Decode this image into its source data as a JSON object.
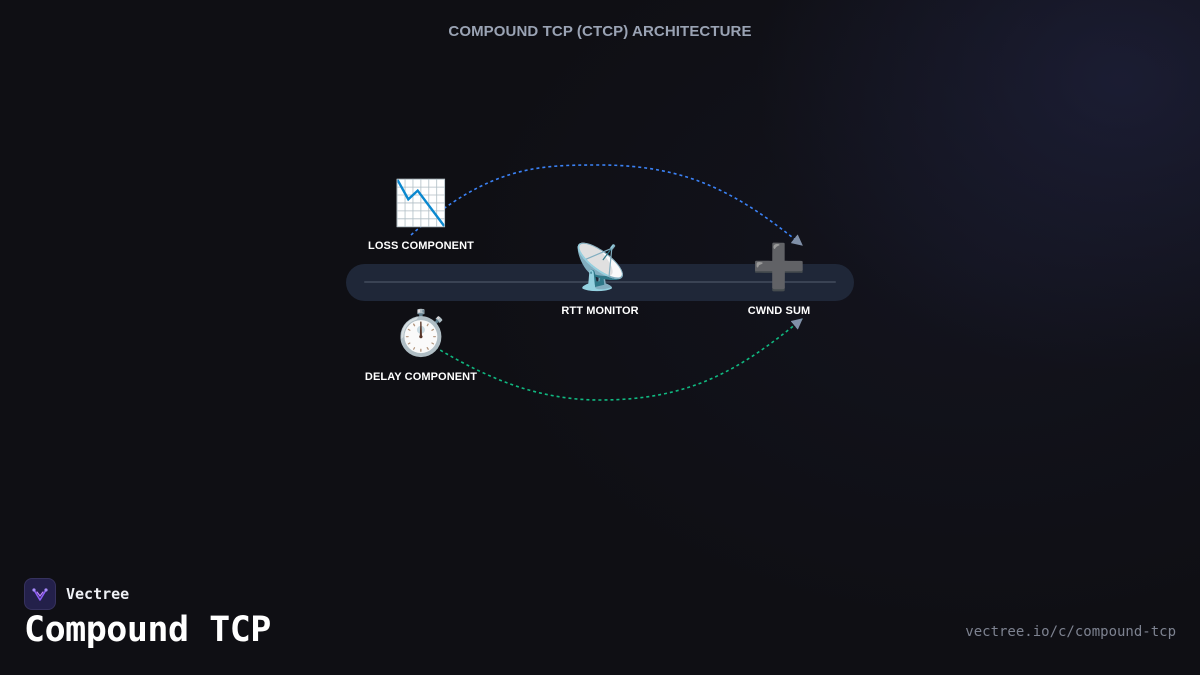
{
  "diagram": {
    "title": "COMPOUND TCP (CTCP) ARCHITECTURE",
    "nodes": [
      {
        "id": "loss",
        "label": "LOSS COMPONENT",
        "icon": "chart-decreasing-icon",
        "glyph": "📉"
      },
      {
        "id": "delay",
        "label": "DELAY COMPONENT",
        "icon": "stopwatch-icon",
        "glyph": "⏱️"
      },
      {
        "id": "rtt",
        "label": "RTT MONITOR",
        "icon": "satellite-antenna-icon",
        "glyph": "📡"
      },
      {
        "id": "cwnd",
        "label": "CWND SUM",
        "icon": "plus-icon",
        "glyph": "➕"
      }
    ],
    "edges": [
      {
        "from": "loss",
        "to": "cwnd",
        "style": "dotted",
        "color": "#3b82f6"
      },
      {
        "from": "delay",
        "to": "cwnd",
        "style": "dotted",
        "color": "#10b981"
      }
    ],
    "colors": {
      "track": "#1f2738",
      "arrowhead": "#8090a8"
    }
  },
  "footer": {
    "brand": "Vectree",
    "title": "Compound TCP",
    "url": "vectree.io/c/compound-tcp"
  }
}
